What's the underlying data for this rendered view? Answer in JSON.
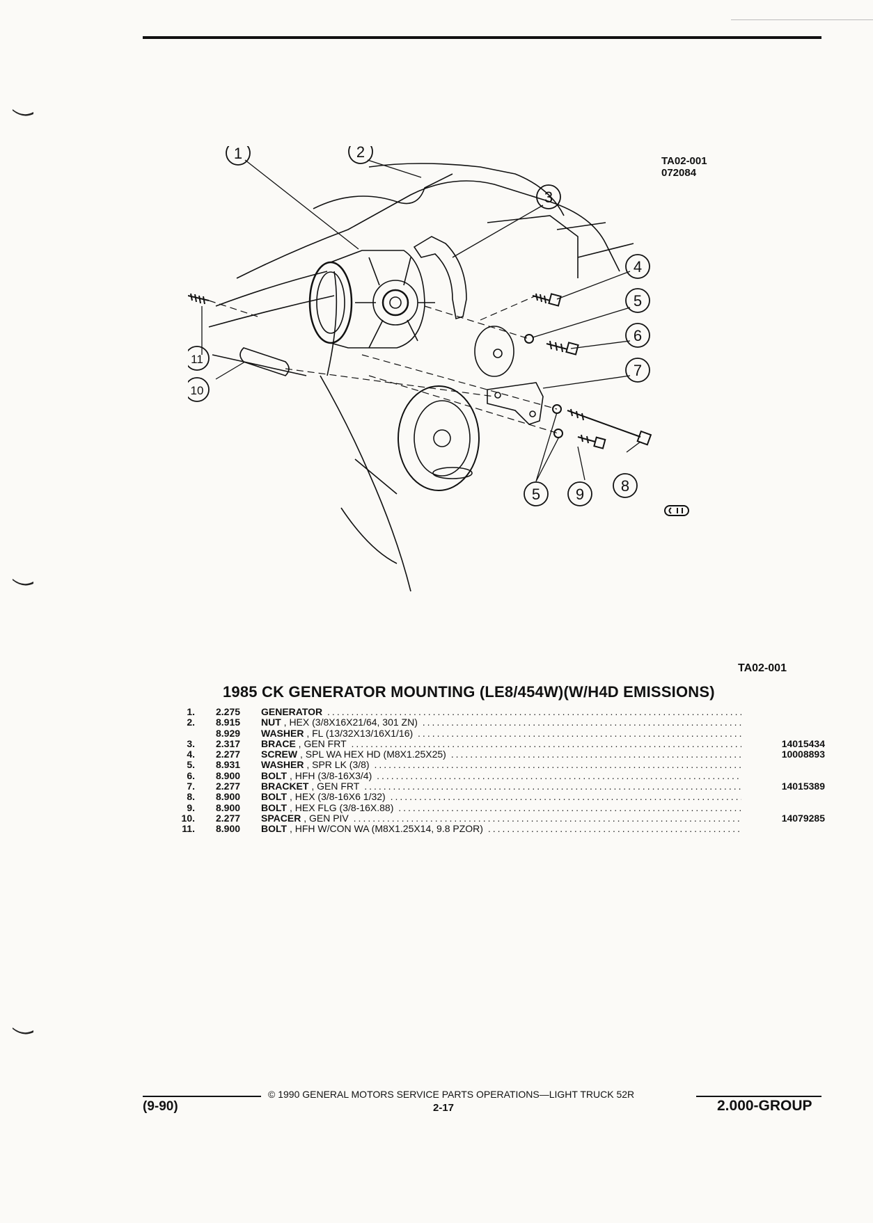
{
  "figure": {
    "code_line1": "TA02-001",
    "code_line2": "072084",
    "callouts": [
      "1",
      "2",
      "3",
      "4",
      "5",
      "6",
      "7",
      "8",
      "9",
      "10",
      "11",
      "5"
    ],
    "logo": "GM"
  },
  "ref_code": "TA02-001",
  "title": "1985 CK GENERATOR MOUNTING (LE8/454W)(W/H4D EMISSIONS)",
  "parts": [
    {
      "num": "1.",
      "code": "2.275",
      "name": "GENERATOR",
      "detail": "",
      "part_no": ""
    },
    {
      "num": "2.",
      "code": "8.915",
      "name": "NUT",
      "detail": " , HEX (3/8X16X21/64, 301 ZN)",
      "part_no": ""
    },
    {
      "num": "",
      "code": "8.929",
      "name": "WASHER",
      "detail": " , FL (13/32X13/16X1/16)",
      "part_no": ""
    },
    {
      "num": "3.",
      "code": "2.317",
      "name": "BRACE",
      "detail": " , GEN FRT",
      "part_no": "14015434"
    },
    {
      "num": "4.",
      "code": "2.277",
      "name": "SCREW",
      "detail": " , SPL WA HEX HD (M8X1.25X25)",
      "part_no": "10008893"
    },
    {
      "num": "5.",
      "code": "8.931",
      "name": "WASHER",
      "detail": " , SPR LK (3/8)",
      "part_no": ""
    },
    {
      "num": "6.",
      "code": "8.900",
      "name": "BOLT",
      "detail": " , HFH (3/8-16X3/4)",
      "part_no": ""
    },
    {
      "num": "7.",
      "code": "2.277",
      "name": "BRACKET",
      "detail": " , GEN FRT",
      "part_no": "14015389"
    },
    {
      "num": "8.",
      "code": "8.900",
      "name": "BOLT",
      "detail": " , HEX (3/8-16X6 1/32)",
      "part_no": ""
    },
    {
      "num": "9.",
      "code": "8.900",
      "name": "BOLT",
      "detail": " , HEX FLG (3/8-16X.88)",
      "part_no": ""
    },
    {
      "num": "10.",
      "code": "2.277",
      "name": "SPACER",
      "detail": " , GEN PIV",
      "part_no": "14079285"
    },
    {
      "num": "11.",
      "code": "8.900",
      "name": "BOLT",
      "detail": " , HFH W/CON WA (M8X1.25X14, 9.8 PZOR)",
      "part_no": ""
    }
  ],
  "footer": {
    "copyright": "© 1990 GENERAL MOTORS SERVICE PARTS OPERATIONS—LIGHT TRUCK 52R",
    "date": "(9-90)",
    "page": "2-17",
    "group": "2.000-GROUP"
  }
}
